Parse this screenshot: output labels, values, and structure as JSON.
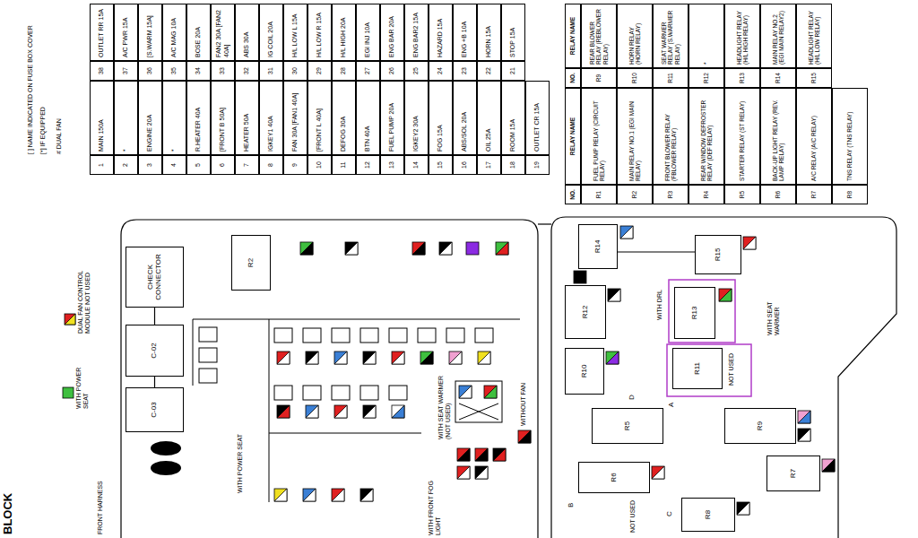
{
  "diagram": {
    "title": "BLOCK",
    "nodes": [
      {
        "text": [
          "CHECK CONNECTOR"
        ]
      },
      {
        "text": [
          "C-02"
        ]
      },
      {
        "text": [
          "C-03"
        ]
      },
      {
        "text": [
          "R2"
        ]
      },
      {
        "text": [
          "R14"
        ]
      },
      {
        "text": [
          "R15"
        ]
      },
      {
        "text": [
          "R12"
        ]
      },
      {
        "text": [
          "R13"
        ]
      },
      {
        "text": [
          "R10"
        ]
      },
      {
        "text": [
          "R11"
        ]
      },
      {
        "text": [
          "R5"
        ]
      },
      {
        "text": [
          "R9"
        ]
      },
      {
        "text": [
          "R6"
        ]
      },
      {
        "text": [
          "R7"
        ]
      },
      {
        "text": [
          "R8"
        ]
      }
    ],
    "edges": [
      {
        "from": 0,
        "to": 1,
        "arrow": "none"
      },
      {
        "from": 1,
        "to": 2,
        "arrow": "none"
      },
      {
        "from": 4,
        "to": 5,
        "arrow": "none"
      }
    ],
    "labels": [
      "[ ] NAME INDICATED ON FUSE BOX COVER",
      "[*] IF EQUIPPED",
      "# DUAL FAN",
      "1",
      "MAIN 150A",
      "38",
      "OUTLET RR 15A",
      "2",
      "*",
      "37",
      "A/C PWR 15A",
      "3",
      "ENGINE 20A",
      "36",
      "[S.WARM 15A]",
      "4",
      "*",
      "35",
      "A/C MAG 10A",
      "5",
      "R.HEATER 40A",
      "34",
      "BOSE 20A",
      "6",
      "[FRONT B 50A]",
      "33",
      "FAN2 30A [FAN2 40A]",
      "7",
      "HEATER 50A",
      "32",
      "ABS 30A",
      "8",
      "IGKEY1 40A",
      "31",
      "IG COIL 20A",
      "9",
      "FAN 30A [FAN1 40A]",
      "30",
      "H/L LOW L 15A",
      "10",
      "[FRONT L 40A]",
      "29",
      "H/L LOW R 15A",
      "11",
      "DEFOG 30A",
      "28",
      "H/L HIGH 20A",
      "12",
      "BTN 40A",
      "27",
      "EGI INJ 10A",
      "13",
      "FUEL PUMP 20A",
      "26",
      "ENG BAR 20A",
      "14",
      "IGKEY2 30A",
      "25",
      "ENG BAR2 15A",
      "15",
      "FOG 15A",
      "24",
      "HAZARD 15A",
      "16",
      "ABS/SOL 20A",
      "23",
      "ENG +B 10A",
      "17",
      "OIL 25A",
      "22",
      "HORN 15A",
      "18",
      "ROOM 15A",
      "21",
      "STOP 15A",
      "19",
      "OUTLET CR 15A",
      "NO.",
      "RELAY NAME",
      "NO.",
      "RELAY NAME",
      "R1",
      "FUEL PUMP RELAY (CIRCUIT RELAY)",
      "R9",
      "REAR BLOWER RELAY (REBLOWER RELAY)",
      "R2",
      "MAIN RELAY NO.1 (EGI MAIN RELAY)",
      "R10",
      "HORN RELAY (HORN RELAY)",
      "R3",
      "FRONT BLOWER RELAY (FBLOWER RELAY)",
      "R11",
      "SEAT WARMER RELAY (S.WARMER RELAY)",
      "R4",
      "REAR WINDOW DEFROSTER RELAY (DEF RELAY)",
      "R12",
      "*",
      "R5",
      "STARTER RELAY (ST RELAY)",
      "R13",
      "HEADLIGHT RELAY (H/L HIGH RELAY)",
      "R6",
      "BACK-UP LIGHT RELAY (REV. LAMP RELAY)",
      "R14",
      "MAIN RELAY NO.2 (EGI MAIN RELAY2)",
      "R7",
      "A/C RELAY (A/C RELAY)",
      "R15",
      "HEADLIGHT RELAY (H/L LOW RELAY)",
      "R8",
      "TNS RELAY (TNS RELAY)",
      "DUAL FAN CONTROL MODULE NOT USED",
      "WITH POWER SEAT",
      "FRONT HARNESS",
      "WITH POWER SEAT",
      "WITH SEAT WARMER (NOT USED)",
      "WITHOUT FAN",
      "WITH FRONT FOG LIGHT",
      "WITH DRL",
      "WITH SEAT WARMER",
      "NOT USED",
      "NOT USED",
      "A",
      "B",
      "C",
      "D"
    ]
  }
}
